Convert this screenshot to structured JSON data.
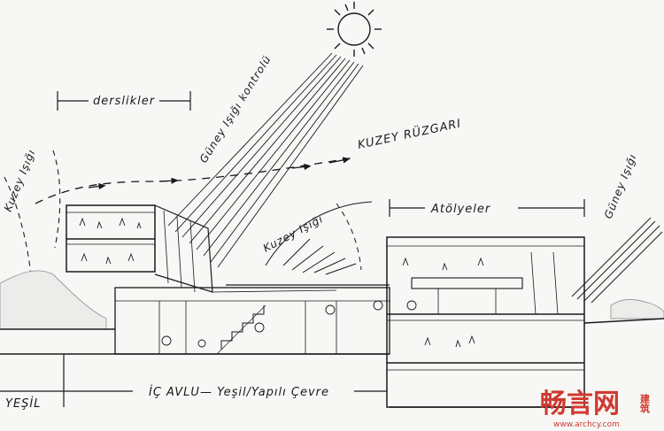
{
  "labels": {
    "derslikler": "derslikler",
    "kuzey_isigi_left": "Kuzey Işığı",
    "gunes_isigi_kontrolu": "Güney Işığı kontrolü",
    "kuzey_ruzgari": "KUZEY RÜZGARI",
    "kuzey_isigi_center": "Kuzey Işığı",
    "atolyeler": "Atölyeler",
    "gunes_isigi_right": "Güney Işığı",
    "yesil": "YEŞİL",
    "ic_avlu": "İÇ AVLU— Yeşil/Yapılı Çevre"
  },
  "watermark": {
    "brand": "畅言网",
    "side": "建筑",
    "url": "www.archcy.com",
    "color": "#d0392f"
  },
  "colors": {
    "ink": "#1a1a1a",
    "paper": "#f7f7f5"
  }
}
